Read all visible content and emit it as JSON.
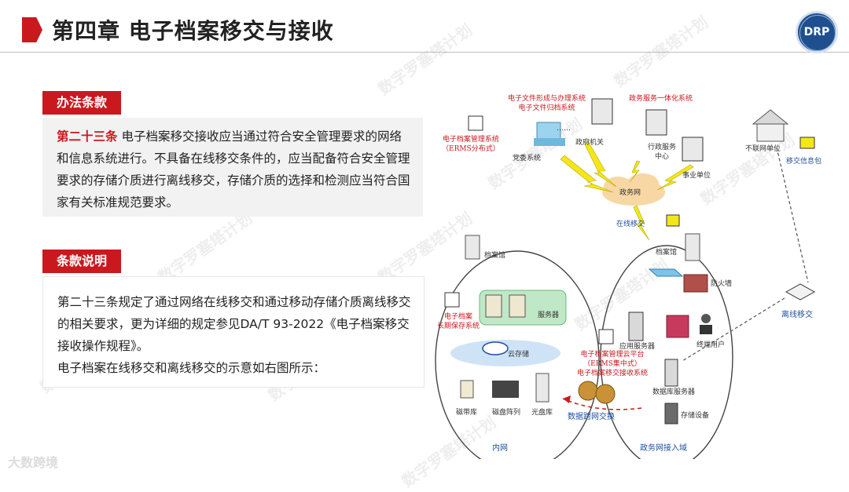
{
  "header": {
    "title": "第四章 电子档案移交与接收",
    "logo_text": "DRP"
  },
  "section1": {
    "tag": "办法条款",
    "article_no": "第二十三条",
    "body": " 电子档案移交接收应当通过符合安全管理要求的网络和信息系统进行。不具备在线移交条件的，应当配备符合安全管理要求的存储介质进行离线移交，存储介质的选择和检测应当符合国家有关标准规范要求。"
  },
  "section2": {
    "tag": "条款说明",
    "para1": "第二十三条规定了通过网络在线移交和通过移动存储介质离线移交的相关要求，更为详细的规定参见DA/T 93-2022《电子档案移交接收操作规程》。",
    "para2": "电子档案在线移交和离线移交的示意如右图所示："
  },
  "diagram": {
    "doc_system": "电子文件形成与办理系统\n电子文件归档系统",
    "gov_service": "政务服务一体化系统",
    "erms_dist": "电子档案管理系统\n（ERMS分布式）",
    "party": "党委系统",
    "gov_org": "政府机关",
    "admin_center": "行政服务\n中心",
    "public_unit": "事业单位",
    "dots": "……",
    "gov_net": "政务网",
    "online": "在线移交",
    "offline_unit": "不联网单位",
    "transfer_pkg": "移交信息包",
    "archive_left": "档案馆",
    "archive_right": "档案馆",
    "firewall": "防火墙",
    "long_term": "电子档案\n长期保存系统",
    "server": "服务器",
    "cloud_storage": "云存储",
    "tape": "磁带库",
    "raid": "磁盘阵列",
    "optical": "光盘库",
    "app_server": "应用服务器",
    "terminal": "终端用户",
    "erms_cloud": "电子档案管理云平台\n（ERMS集中式）\n电子档案移交接收系统",
    "db_server": "数据库服务器",
    "storage": "存储设备",
    "offline": "离线移交",
    "cross_net": "数据跨网交换",
    "intranet": "内网",
    "gov_access": "政务网接入域"
  },
  "watermark": "数字罗塞塔计划",
  "corner_mark": "大数跨境"
}
